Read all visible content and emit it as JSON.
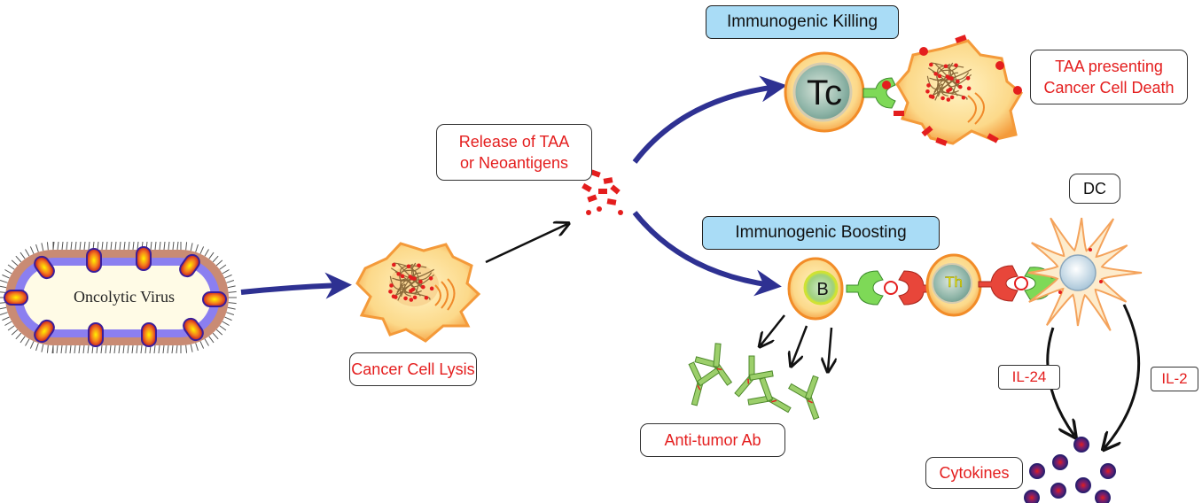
{
  "labels": {
    "oncolytic_virus": "Oncolytic Virus",
    "cancer_cell_lysis": "Cancer Cell Lysis",
    "release_taa": "Release of TAA\nor Neoantigens",
    "immunogenic_killing": "Immunogenic Killing",
    "immunogenic_boosting": "Immunogenic Boosting",
    "taa_presenting": "TAA presenting\nCancer Cell Death",
    "dc": "DC",
    "anti_tumor_ab": "Anti-tumor Ab",
    "il24": "IL-24",
    "il2": "IL-2",
    "cytokines": "Cytokines"
  },
  "cells": {
    "tc": "Tc",
    "b": "B",
    "th": "Th"
  },
  "colors": {
    "label_text": "#e41e1e",
    "banner_fill": "#a9dcf6",
    "main_arrow": "#2e3192",
    "cell_orange": "#f7a444",
    "cell_fill": "#fde9a8",
    "nucleus_teal": "#8fb5a8",
    "receptor_green": "#7ed957",
    "receptor_red": "#e8463a",
    "cytokine_purple": "#2e1f6e",
    "antigen_red": "#e41e1e"
  }
}
